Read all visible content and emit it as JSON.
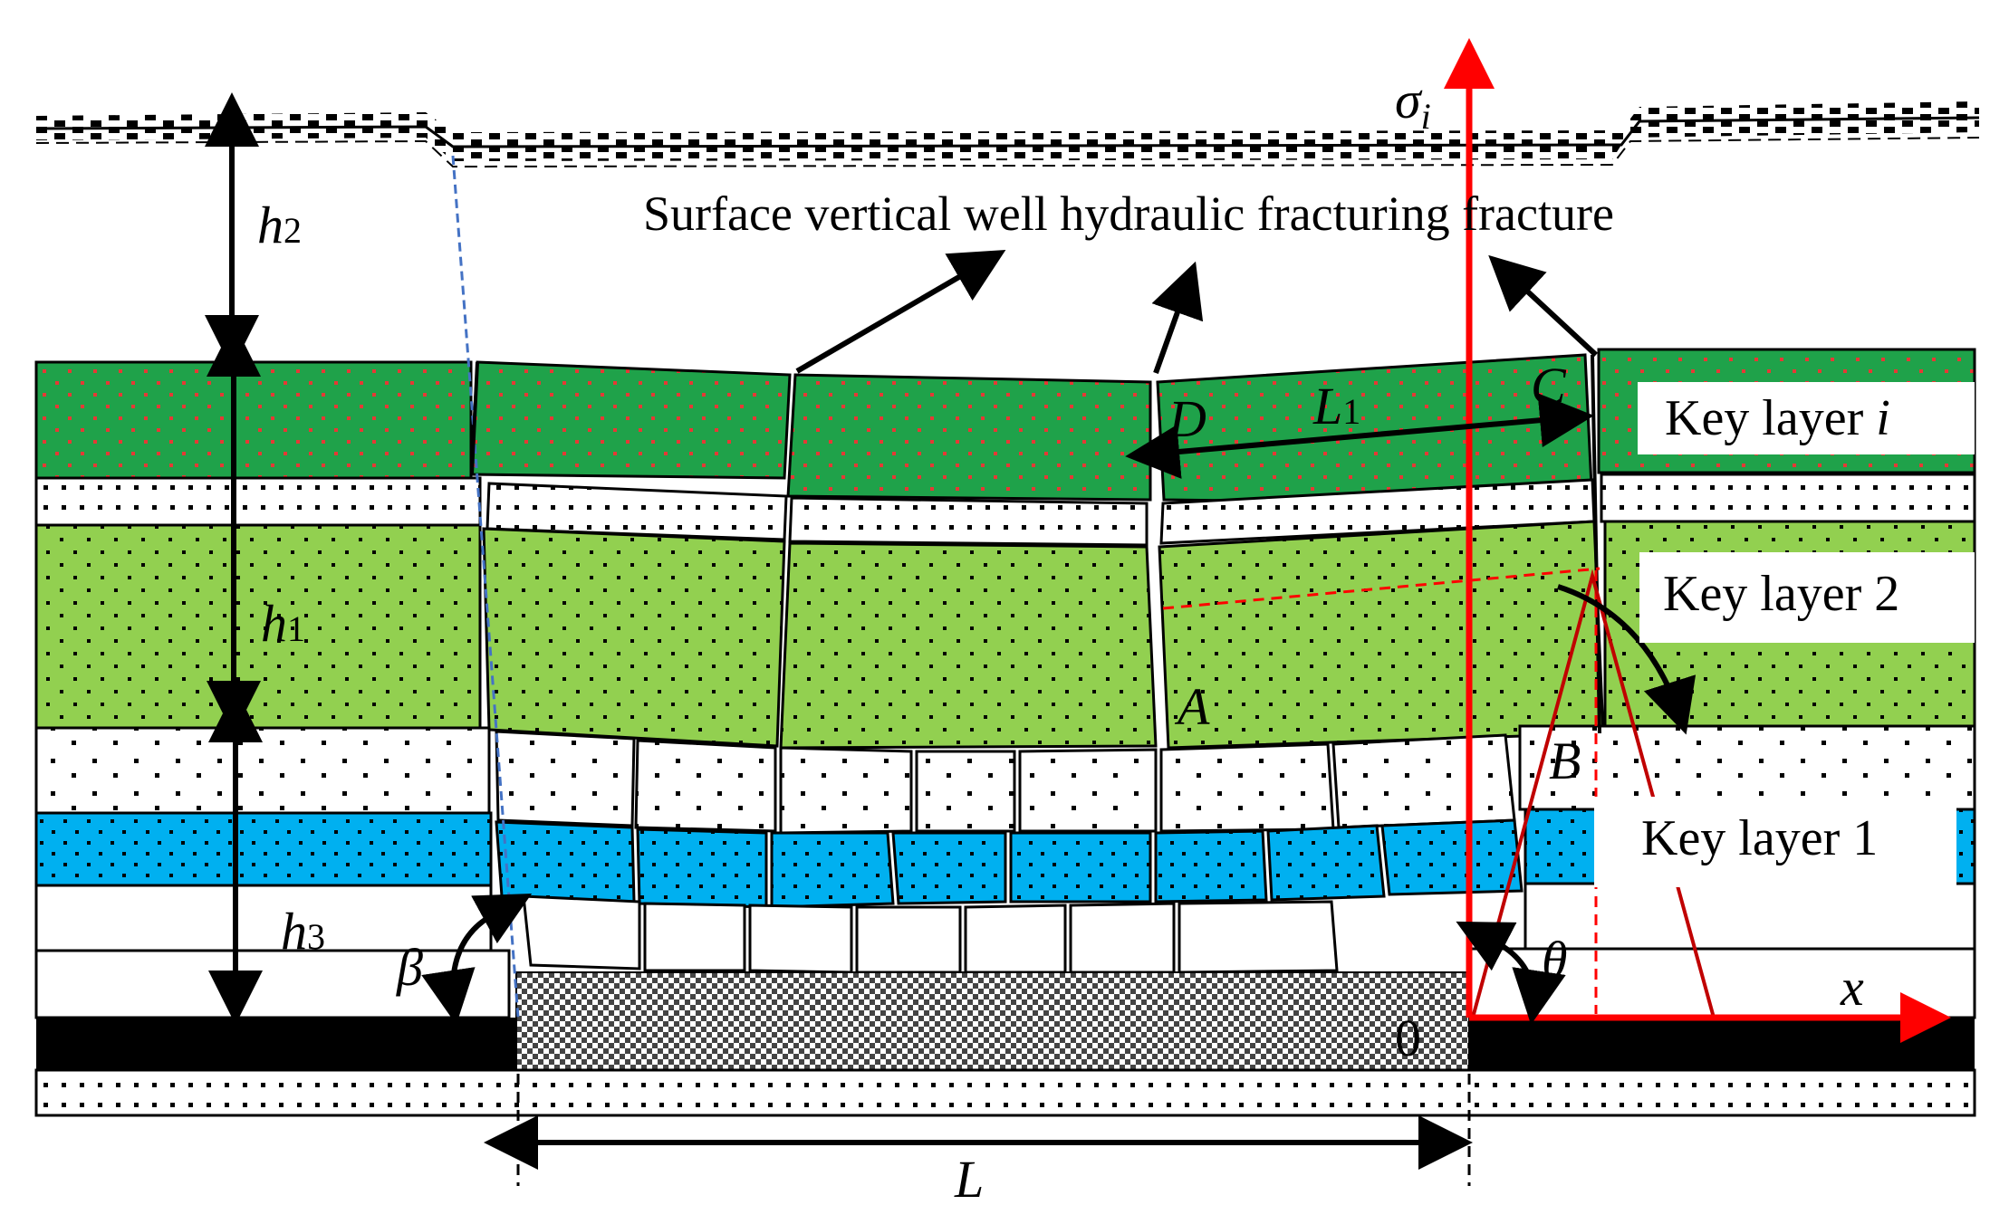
{
  "labels": {
    "sigma": "σ",
    "sigma_sub": "i",
    "fracture_caption": "Surface vertical well hydraulic fracturing fracture",
    "h2": "h",
    "h2_sub": "2",
    "h1": "h",
    "h1_sub": "1",
    "h3": "h",
    "h3_sub": "3",
    "beta": "β",
    "theta": "θ",
    "x_axis": "x",
    "origin": "0",
    "length": "L",
    "point_a": "A",
    "point_b": "B",
    "point_c": "C",
    "point_d": "D",
    "l1": "L",
    "l1_sub": "1"
  },
  "key_layers": {
    "layer_i_text": "Key layer ",
    "layer_i_index": "i",
    "layer_2": "Key layer 2",
    "layer_1": "Key layer 1"
  },
  "colors": {
    "dark_green": "#1fa24a",
    "light_green": "#92d050",
    "blue": "#00b0f0",
    "red": "#ff0000",
    "dark_red": "#c00000",
    "dashed_blue": "#4472c4",
    "coal_black": "#000000"
  }
}
